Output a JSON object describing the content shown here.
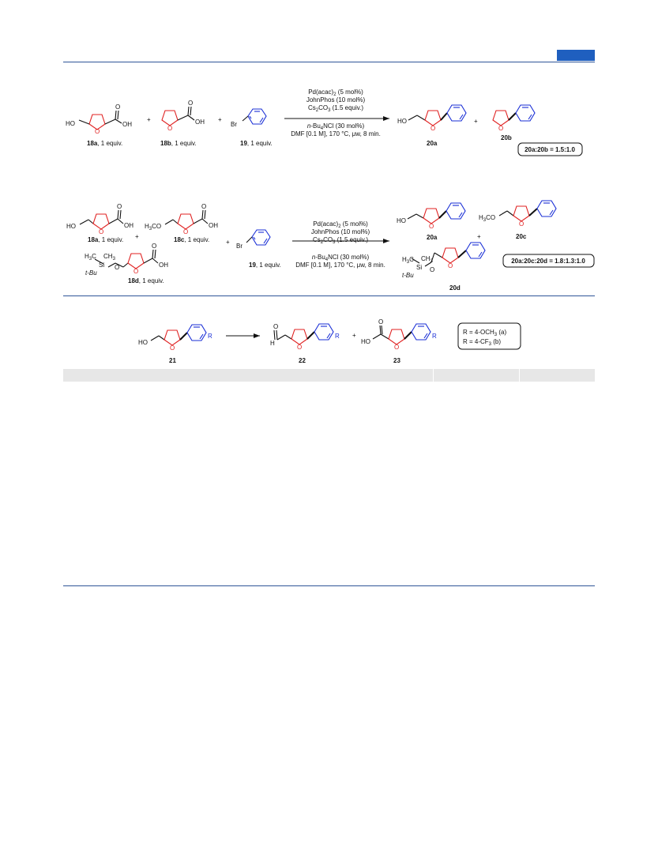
{
  "scheme1": {
    "r1_label": "18a",
    "r1_equiv": ", 1 equiv.",
    "r2_label": "18b",
    "r2_equiv": ", 1 equiv.",
    "r3_label": "19",
    "r3_equiv": ", 1 equiv.",
    "plus": "+",
    "conditions_above": [
      "Pd(acac)",
      "JohnPhos (10 mol%)",
      "Cs",
      "CO",
      " (1.5 equiv.)"
    ],
    "cond1_a": "Pd(acac)",
    "cond1_sub": "2",
    "cond1_b": " (5 mol%)",
    "cond2": "JohnPhos (10 mol%)",
    "cond3_a": "Cs",
    "cond3_sub1": "2",
    "cond3_b": "CO",
    "cond3_sub2": "3",
    "cond3_c": " (1.5 equiv.)",
    "cond4_a": "n",
    "cond4_b": "-Bu",
    "cond4_sub": "4",
    "cond4_c": "NCl (30 mol%)",
    "cond5": "DMF [0.1 M], 170 °C, μw, 8 min.",
    "p1_label": "20a",
    "p2_label": "20b",
    "ratio": "20a:20b = 1.5:1.0",
    "oh": "OH",
    "ho": "HO",
    "o": "O",
    "br": "Br"
  },
  "scheme2": {
    "r1_label": "18a",
    "r1_equiv": ", 1 equiv.",
    "r2_label": "18c",
    "r2_equiv": ", 1 equiv.",
    "r3_label": "18d",
    "r3_equiv": ", 1 equiv.",
    "r4_label": "19",
    "r4_equiv": ", 1 equiv.",
    "h3co": "H",
    "h3co_sub": "3",
    "h3co_b": "CO",
    "h3c": "H",
    "h3c_sub": "3",
    "h3c_b": "C",
    "ch3": "CH",
    "ch3_sub": "3",
    "si": "Si",
    "tbu": "t-Bu",
    "p1_label": "20a",
    "p2_label": "20c",
    "p3_label": "20d",
    "ratio": "20a:20c:20d = 1.8:1.3:1.0"
  },
  "scheme3": {
    "r_label": "21",
    "p1_label": "22",
    "p2_label": "23",
    "r": "R",
    "h": "H",
    "legend1_a": "R = 4-OCH",
    "legend1_sub": "3",
    "legend1_b": " (a)",
    "legend2_a": "R = 4-CF",
    "legend2_sub": "3",
    "legend2_b": "   (b)"
  }
}
